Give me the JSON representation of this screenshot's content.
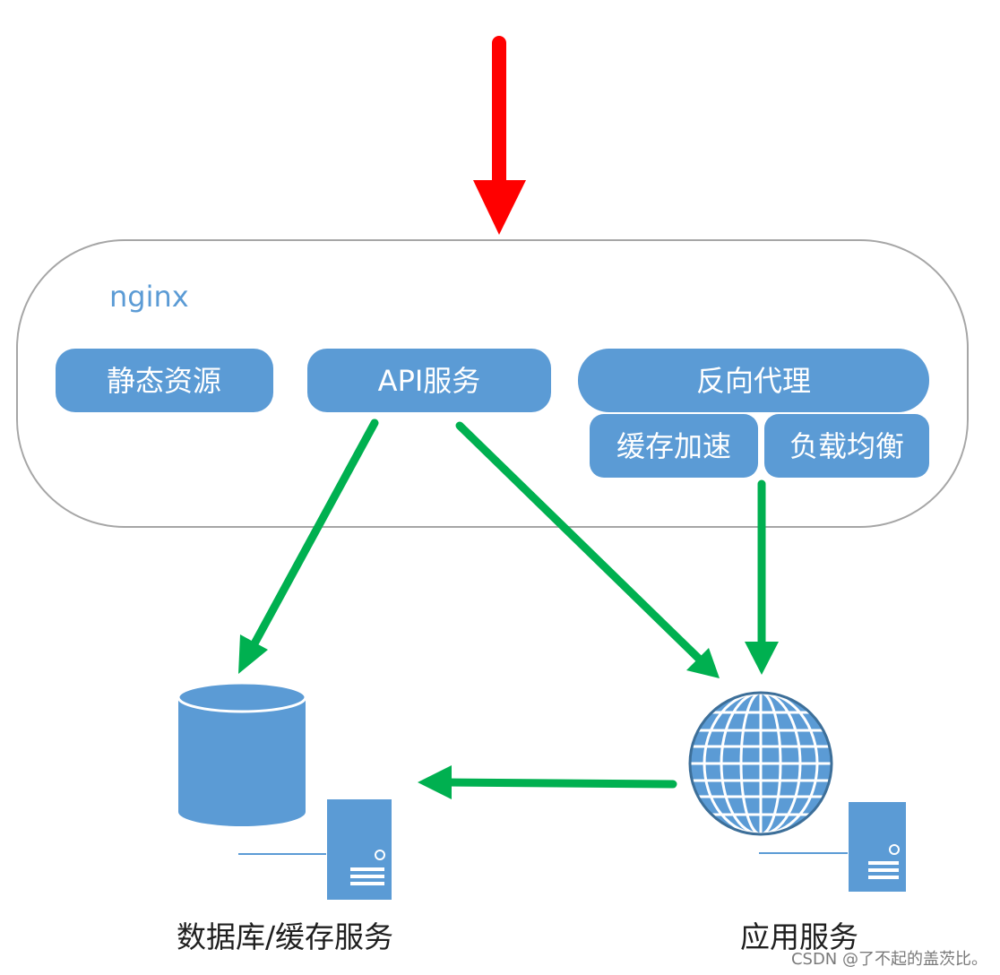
{
  "diagram": {
    "container_title": "nginx",
    "modules": {
      "static": "静态资源",
      "api": "API服务",
      "proxy": "反向代理",
      "cache": "缓存加速",
      "lb": "负载均衡"
    },
    "db_caption": "数据库/缓存服务",
    "app_caption": "应用服务",
    "watermark": "CSDN @了不起的盖茨比。"
  },
  "colors": {
    "module_fill": "#5b9bd5",
    "title_text": "#5b9bd5",
    "incoming_arrow": "#ff0000",
    "flow_arrow": "#00b050",
    "container_border": "#a6a6a6"
  },
  "icons": {
    "database": "database-icon",
    "server": "server-icon",
    "globe": "globe-icon"
  }
}
